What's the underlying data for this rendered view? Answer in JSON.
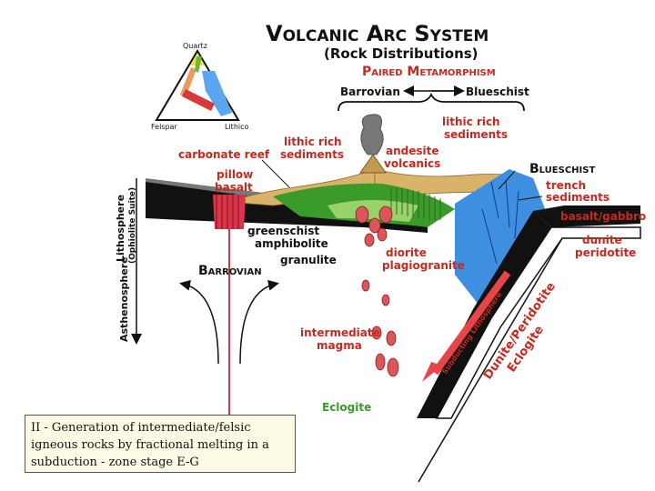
{
  "title": "Volcanic Arc System",
  "subtitle": "(Rock Distributions)",
  "ternary": {
    "top": "Quartz",
    "left": "Felspar",
    "right": "Lithico"
  },
  "metamorphism": {
    "title": "Paired Metamorphism",
    "left": "Barrovian",
    "right": "Blueschist"
  },
  "labels": {
    "lithic_rich_right": "lithic rich",
    "sediments_right": "sediments",
    "lithic_rich_left": "lithic rich",
    "sediments_left": "sediments",
    "carbonate_reef": "carbonate reef",
    "andesite": "andesite",
    "volcanics": "volcanics",
    "blueschist": "Blueschist",
    "pillow": "pillow",
    "basalt": "basalt",
    "trench": "trench",
    "trench_sediments": "sediments",
    "basalt_gabbro": "basalt/gabbro",
    "lithosphere": "Lithosphere",
    "ophiolite": "(Ophiolite Suite)",
    "greenschist": "greenschist",
    "amphibolite": "amphibolite",
    "granulite": "granulite",
    "diorite": "diorite",
    "plagiogranite": "plagiogranite",
    "dunite": "dunite",
    "peridotite": "peridotite",
    "barrovian": "Barrovian",
    "asthenosphere": "Asthenosphere",
    "subducting_lithosphere": "Subducting Lithosphere",
    "dunite_peridotite": "Dunite/Peridotite",
    "eclogite_slab": "Eclogite",
    "intermediate": "intermediate",
    "magma": "magma",
    "eclogite_bottom": "Eclogite"
  },
  "caption": "II - Generation of intermediate/felsic igneous rocks by fractional melting in a subduction - zone stage E-G",
  "colors": {
    "lithosphere": "#111111",
    "crust_tan": "#d9b36a",
    "green": "#3a9a2a",
    "blueschist": "#3f8fe0",
    "magma": "#d9565a",
    "label_red": "#c8281e",
    "caption_bg": "#fdfbe6"
  }
}
